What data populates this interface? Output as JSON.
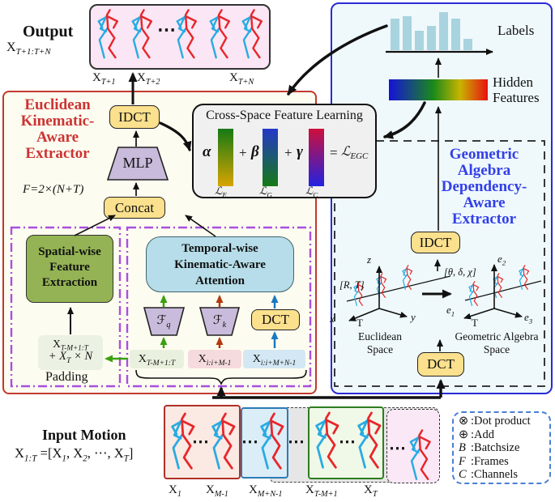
{
  "colors": {
    "red-accent": "#C3392F",
    "blue-accent": "#2B2BD5",
    "red-title": "#CC3433",
    "blue-title": "#3340E8",
    "yellow-box": "#FBE08D",
    "purple-shape": "#C9BBDB",
    "green-box": "#94B354",
    "lightblue-box": "#B6DDE9",
    "pink-panel": "#FAE6F4",
    "cream-panel": "#FDFCF0",
    "cyan-panel": "#EFF9FB",
    "gray-panel": "#F0F0F0",
    "purple-dash": "#A94FE0",
    "bar-fill": "#A9D3DF",
    "green-arrow": "#3AA010",
    "redorange-arrow": "#B23A10",
    "blue-arrow": "#1B78C2",
    "skel-red": "#E8262A",
    "skel-blue": "#29ABE2"
  },
  "misc": {
    "dots": "⋯",
    "colon": " : "
  },
  "output": {
    "title": "Output",
    "seq": [
      {
        "t": "X"
      },
      {
        "s": "T+1:T+N"
      }
    ],
    "frames": [
      [
        {
          "t": "X"
        },
        {
          "s": "T+1"
        }
      ],
      [
        {
          "t": "X"
        },
        {
          "s": "T+2"
        }
      ],
      [
        {
          "t": "X"
        },
        {
          "s": "T+N"
        }
      ]
    ]
  },
  "chart_data": {
    "type": "bar",
    "title": "Labels",
    "values": [
      0.83,
      0.9,
      0.51,
      0.64,
      1.0,
      0.83,
      0.3
    ],
    "ylim": [
      0,
      1
    ]
  },
  "hidden": {
    "line1": "Hidden",
    "line2": "Features"
  },
  "euclidean": {
    "title": [
      "Euclidean",
      "Kinematic-",
      "Aware",
      "Extractor"
    ],
    "idct": "IDCT",
    "mlp": "MLP",
    "concat": "Concat",
    "formula": "F=2×(N+T)",
    "spatial": [
      "Spatial-wise",
      "Feature",
      "Extraction"
    ],
    "padding_line1": [
      {
        "t": "X"
      },
      {
        "s": "T-M+1:T"
      }
    ],
    "padding_line2": [
      {
        "t": "+ X"
      },
      {
        "s": "T"
      },
      {
        "t": " × N"
      }
    ],
    "padding_caption": "Padding",
    "temporal": [
      "Temporal-wise",
      "Kinematic-Aware",
      "Attention"
    ],
    "fq": [
      {
        "t": "ℱ"
      },
      {
        "s": "q"
      }
    ],
    "fk": [
      {
        "t": "ℱ"
      },
      {
        "s": "k"
      }
    ],
    "dct": "DCT",
    "chips": [
      [
        {
          "t": "X"
        },
        {
          "s": "T-M+1:T"
        }
      ],
      [
        {
          "t": "X"
        },
        {
          "s": "i:i+M-1"
        }
      ],
      [
        {
          "t": "X"
        },
        {
          "s": "i:i+M+N-1"
        }
      ]
    ]
  },
  "cross": {
    "title": "Cross-Space Feature Learning",
    "alpha": "α",
    "plus1": "+",
    "beta": "β",
    "plus2": "+",
    "gamma": "γ",
    "equals": "=",
    "le": [
      {
        "t": "ℒ"
      },
      {
        "s": "E"
      }
    ],
    "lg": [
      {
        "t": "ℒ"
      },
      {
        "s": "G"
      }
    ],
    "lc": [
      {
        "t": "ℒ"
      },
      {
        "s": "C"
      }
    ],
    "legc": [
      {
        "t": "ℒ"
      },
      {
        "s": "EGC"
      }
    ]
  },
  "geometric": {
    "title": [
      "Geometric",
      "Algebra",
      "Dependency-",
      "Aware",
      "Extractor"
    ],
    "idct": "IDCT",
    "dct": "DCT",
    "euclid_space": {
      "axis_up": "z",
      "axis_left": "x",
      "axis_right": "y",
      "origin": "T",
      "annot": "[R, T]",
      "caption": [
        "Euclidean",
        "Space"
      ]
    },
    "ga_space": {
      "axis_up": [
        {
          "t": "e"
        },
        {
          "s": "2"
        }
      ],
      "axis_left": [
        {
          "t": "e"
        },
        {
          "s": "1"
        }
      ],
      "axis_right": [
        {
          "t": "e"
        },
        {
          "s": "3"
        }
      ],
      "origin": "T",
      "annot": "[θ, δ, χ]",
      "caption": [
        "Geometric Algebra",
        "Space"
      ]
    }
  },
  "input": {
    "title": "Input Motion",
    "formula": [
      {
        "t": "X"
      },
      {
        "s": "1:T"
      },
      {
        "t": " =[X"
      },
      {
        "s": "1"
      },
      {
        "t": ", X"
      },
      {
        "s": "2"
      },
      {
        "t": ", ⋯, X"
      },
      {
        "s": "T"
      },
      {
        "t": "]"
      }
    ],
    "frames": [
      [
        {
          "t": "X"
        },
        {
          "s": "1"
        }
      ],
      [
        {
          "t": "X"
        },
        {
          "s": "M-1"
        }
      ],
      [
        {
          "t": "X"
        },
        {
          "s": "M+N-1"
        }
      ],
      [
        {
          "t": "X"
        },
        {
          "s": "T-M+1"
        }
      ],
      [
        {
          "t": "X"
        },
        {
          "s": "T"
        }
      ]
    ]
  },
  "legend": {
    "items": [
      {
        "symbol": "⊗",
        "label": "Dot product"
      },
      {
        "symbol": "⊕",
        "label": "Add"
      },
      {
        "symbol": "B",
        "label": "Batchsize"
      },
      {
        "symbol": "F",
        "label": "Frames"
      },
      {
        "symbol": "C",
        "label": "Channels"
      }
    ]
  }
}
